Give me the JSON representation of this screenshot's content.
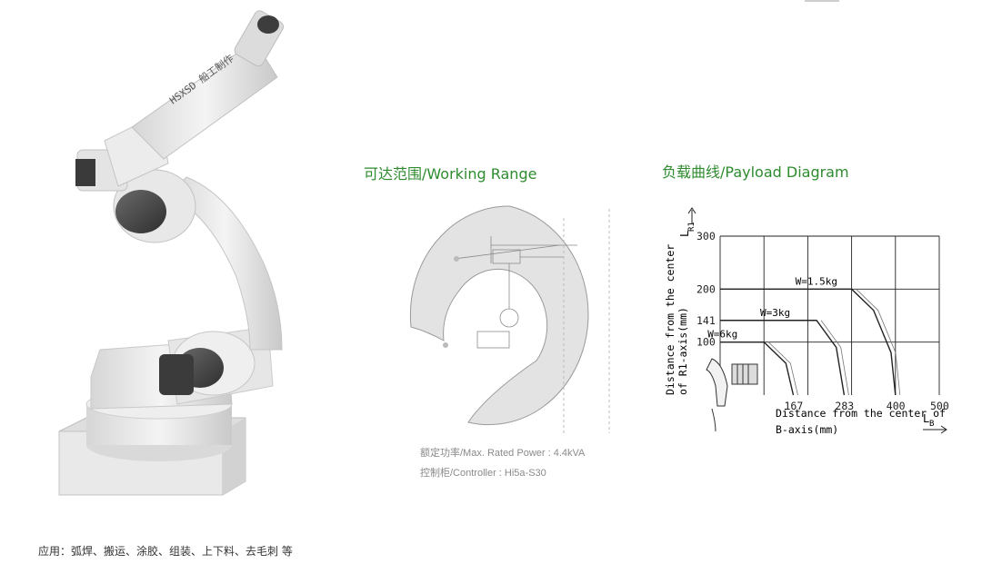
{
  "robot_logo_text": "HSXSD 船工制作",
  "working_range": {
    "title": "可达范围/Working Range",
    "specs": [
      "额定功率/Max. Rated Power : 4.4kVA",
      "控制柜/Controller : Hi5a-S30"
    ]
  },
  "payload": {
    "title": "负载曲线/Payload Diagram",
    "y_axis_symbol": "L",
    "y_axis_subscript": "R1",
    "x_axis_symbol": "L",
    "x_axis_subscript": "B",
    "y_label_line1": "Distance from the center",
    "y_label_line2": "of R1-axis(mm)",
    "x_label_line1": "Distance from the center of",
    "x_label_line2": "B-axis(mm)",
    "y_ticks": [
      "300",
      "200",
      "141",
      "100"
    ],
    "x_ticks": [
      "167",
      "283",
      "400",
      "500"
    ],
    "curve_labels": [
      "W=1.5kg",
      "W=3kg",
      "W=6kg"
    ]
  },
  "chart_data": {
    "type": "line",
    "title": "负载曲线/Payload Diagram",
    "xlabel": "Distance from the center of B-axis(mm)",
    "ylabel": "Distance from the center of R1-axis(mm)",
    "xlim": [
      0,
      500
    ],
    "ylim": [
      0,
      300
    ],
    "grid": true,
    "series": [
      {
        "name": "W=1.5kg",
        "x": [
          0,
          300,
          350,
          390,
          400
        ],
        "y": [
          200,
          200,
          160,
          80,
          0
        ]
      },
      {
        "name": "W=3kg",
        "x": [
          0,
          220,
          265,
          283
        ],
        "y": [
          141,
          141,
          90,
          0
        ]
      },
      {
        "name": "W=6kg",
        "x": [
          0,
          100,
          150,
          167
        ],
        "y": [
          100,
          100,
          60,
          0
        ]
      }
    ]
  },
  "footer": {
    "text": "应用：弧焊、搬运、涂胶、组装、上下料、去毛刺 等"
  },
  "colors": {
    "title_green": "#2e8b2e",
    "workspace_fill": "#e3e3e3",
    "robot_body": "#ececec"
  }
}
